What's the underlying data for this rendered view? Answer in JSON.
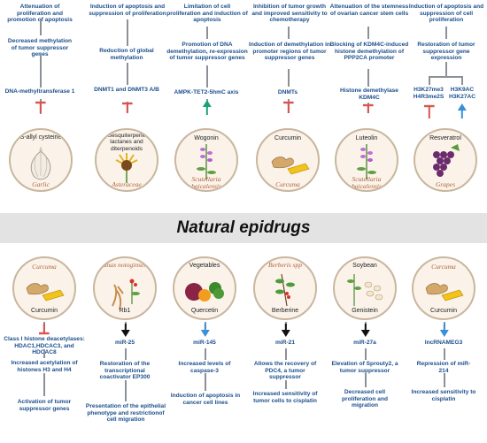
{
  "banner_title": "Natural epidrugs",
  "top": [
    {
      "effect": "Attenuation of proliferation and promotion of apoptosis",
      "mechanism": "Decreased methylation of tumor suppressor genes",
      "target": "DNA-methyltransferase 1",
      "compound": "S-allyl cysteine",
      "source": "Garlic",
      "arrow": "inhibit"
    },
    {
      "effect": "Induction of apoptosis and suppression of proliferation",
      "mechanism": "Reduction of global methylation",
      "target": "DNMT1 and DNMT3 A/B",
      "compound": "Sesquiterpene lactanes and diterpenoids",
      "source": "Asteraceae",
      "arrow": "inhibit"
    },
    {
      "effect": "Limitation of cell proliferation and induction of apoptosis",
      "mechanism": "Promotion of DNA demethylation, re-expression of tumor suppressor genes",
      "target": "AMPK-TET2-5hmC axis",
      "compound": "Wogonin",
      "source": "Scutellaria baicalensis",
      "arrow": "activate"
    },
    {
      "effect": "Inhibition of tumor growth and improved sensitivity to chemotherapy",
      "mechanism": "Induction of demethylation in promoter regions of tumor suppressor genes",
      "target": "DNMTs",
      "compound": "Curcumin",
      "source": "Curcuma",
      "arrow": "inhibit"
    },
    {
      "effect": "Attenuation of the stemness of ovarian cancer stem cells",
      "mechanism": "Blocking of KDM4C-induced histone demethylation of PPP2CA promoter",
      "target": "Histone demethylase KDM4C",
      "compound": "Luteolin",
      "source": "Scutellaria baicalensis",
      "arrow": "inhibit"
    },
    {
      "effect": "Induction of apoptosis and suppression of cell proliferation",
      "mechanism": "Restoration of tumor suppressor gene expression",
      "target_left": "H3K27me3 H4R3me2S",
      "target_right": "H3K9AC H3K27AC",
      "compound": "Resveratrol",
      "source": "Grapes",
      "arrow": "both"
    }
  ],
  "bottom": [
    {
      "source": "Curcuma",
      "compound": "Curcumin",
      "target": "Class I histone deacetylases: HDAC1,HDCAC3, and HDCAC8",
      "mechanism": "Increased acetylation of histones H3 and H4",
      "effect": "Activation of tumor suppressor genes",
      "arrow": "inhibit"
    },
    {
      "source": "Panax notoginseng",
      "compound": "Rb1",
      "target": "miR-25",
      "mechanism": "Restoration of the transcriptional coactivator EP300",
      "effect": "Presentation of the epithelial phenotype and restrictionof cell migration",
      "arrow": "down"
    },
    {
      "source": "Vegetables",
      "compound": "Quercetin",
      "target": "miR-145",
      "mechanism": "Increased levels of caspase-3",
      "effect": "Induction of apoptosis in cancer cell lines",
      "arrow": "down"
    },
    {
      "source": "Berberis spp",
      "compound": "Berberine",
      "target": "miR-21",
      "mechanism": "Allows the recovery of PDC4, a tumor suppressor",
      "effect": "Increased sensitivity of tumor cells to cisplatin",
      "arrow": "down"
    },
    {
      "source": "Soybean",
      "compound": "Genistein",
      "target": "miR-27a",
      "mechanism": "Elevation of Sprouty2, a tumor suppressor",
      "effect": "Decreased cell proliferation and migration",
      "arrow": "down"
    },
    {
      "source": "Curcuma",
      "compound": "Curcumin",
      "target": "lncRNAMEG3",
      "mechanism": "Repression of miR- 214",
      "effect": "Increased sensitivity to cisplatin",
      "arrow": "down"
    }
  ],
  "colors": {
    "inhibit": "#d9534f",
    "activate": "#1aa37a",
    "up_blue": "#3a8fd6",
    "down_blue": "#3a8fd6",
    "down_black": "#111111",
    "text": "#1c4f8c",
    "banner": "#e3e3e3"
  }
}
